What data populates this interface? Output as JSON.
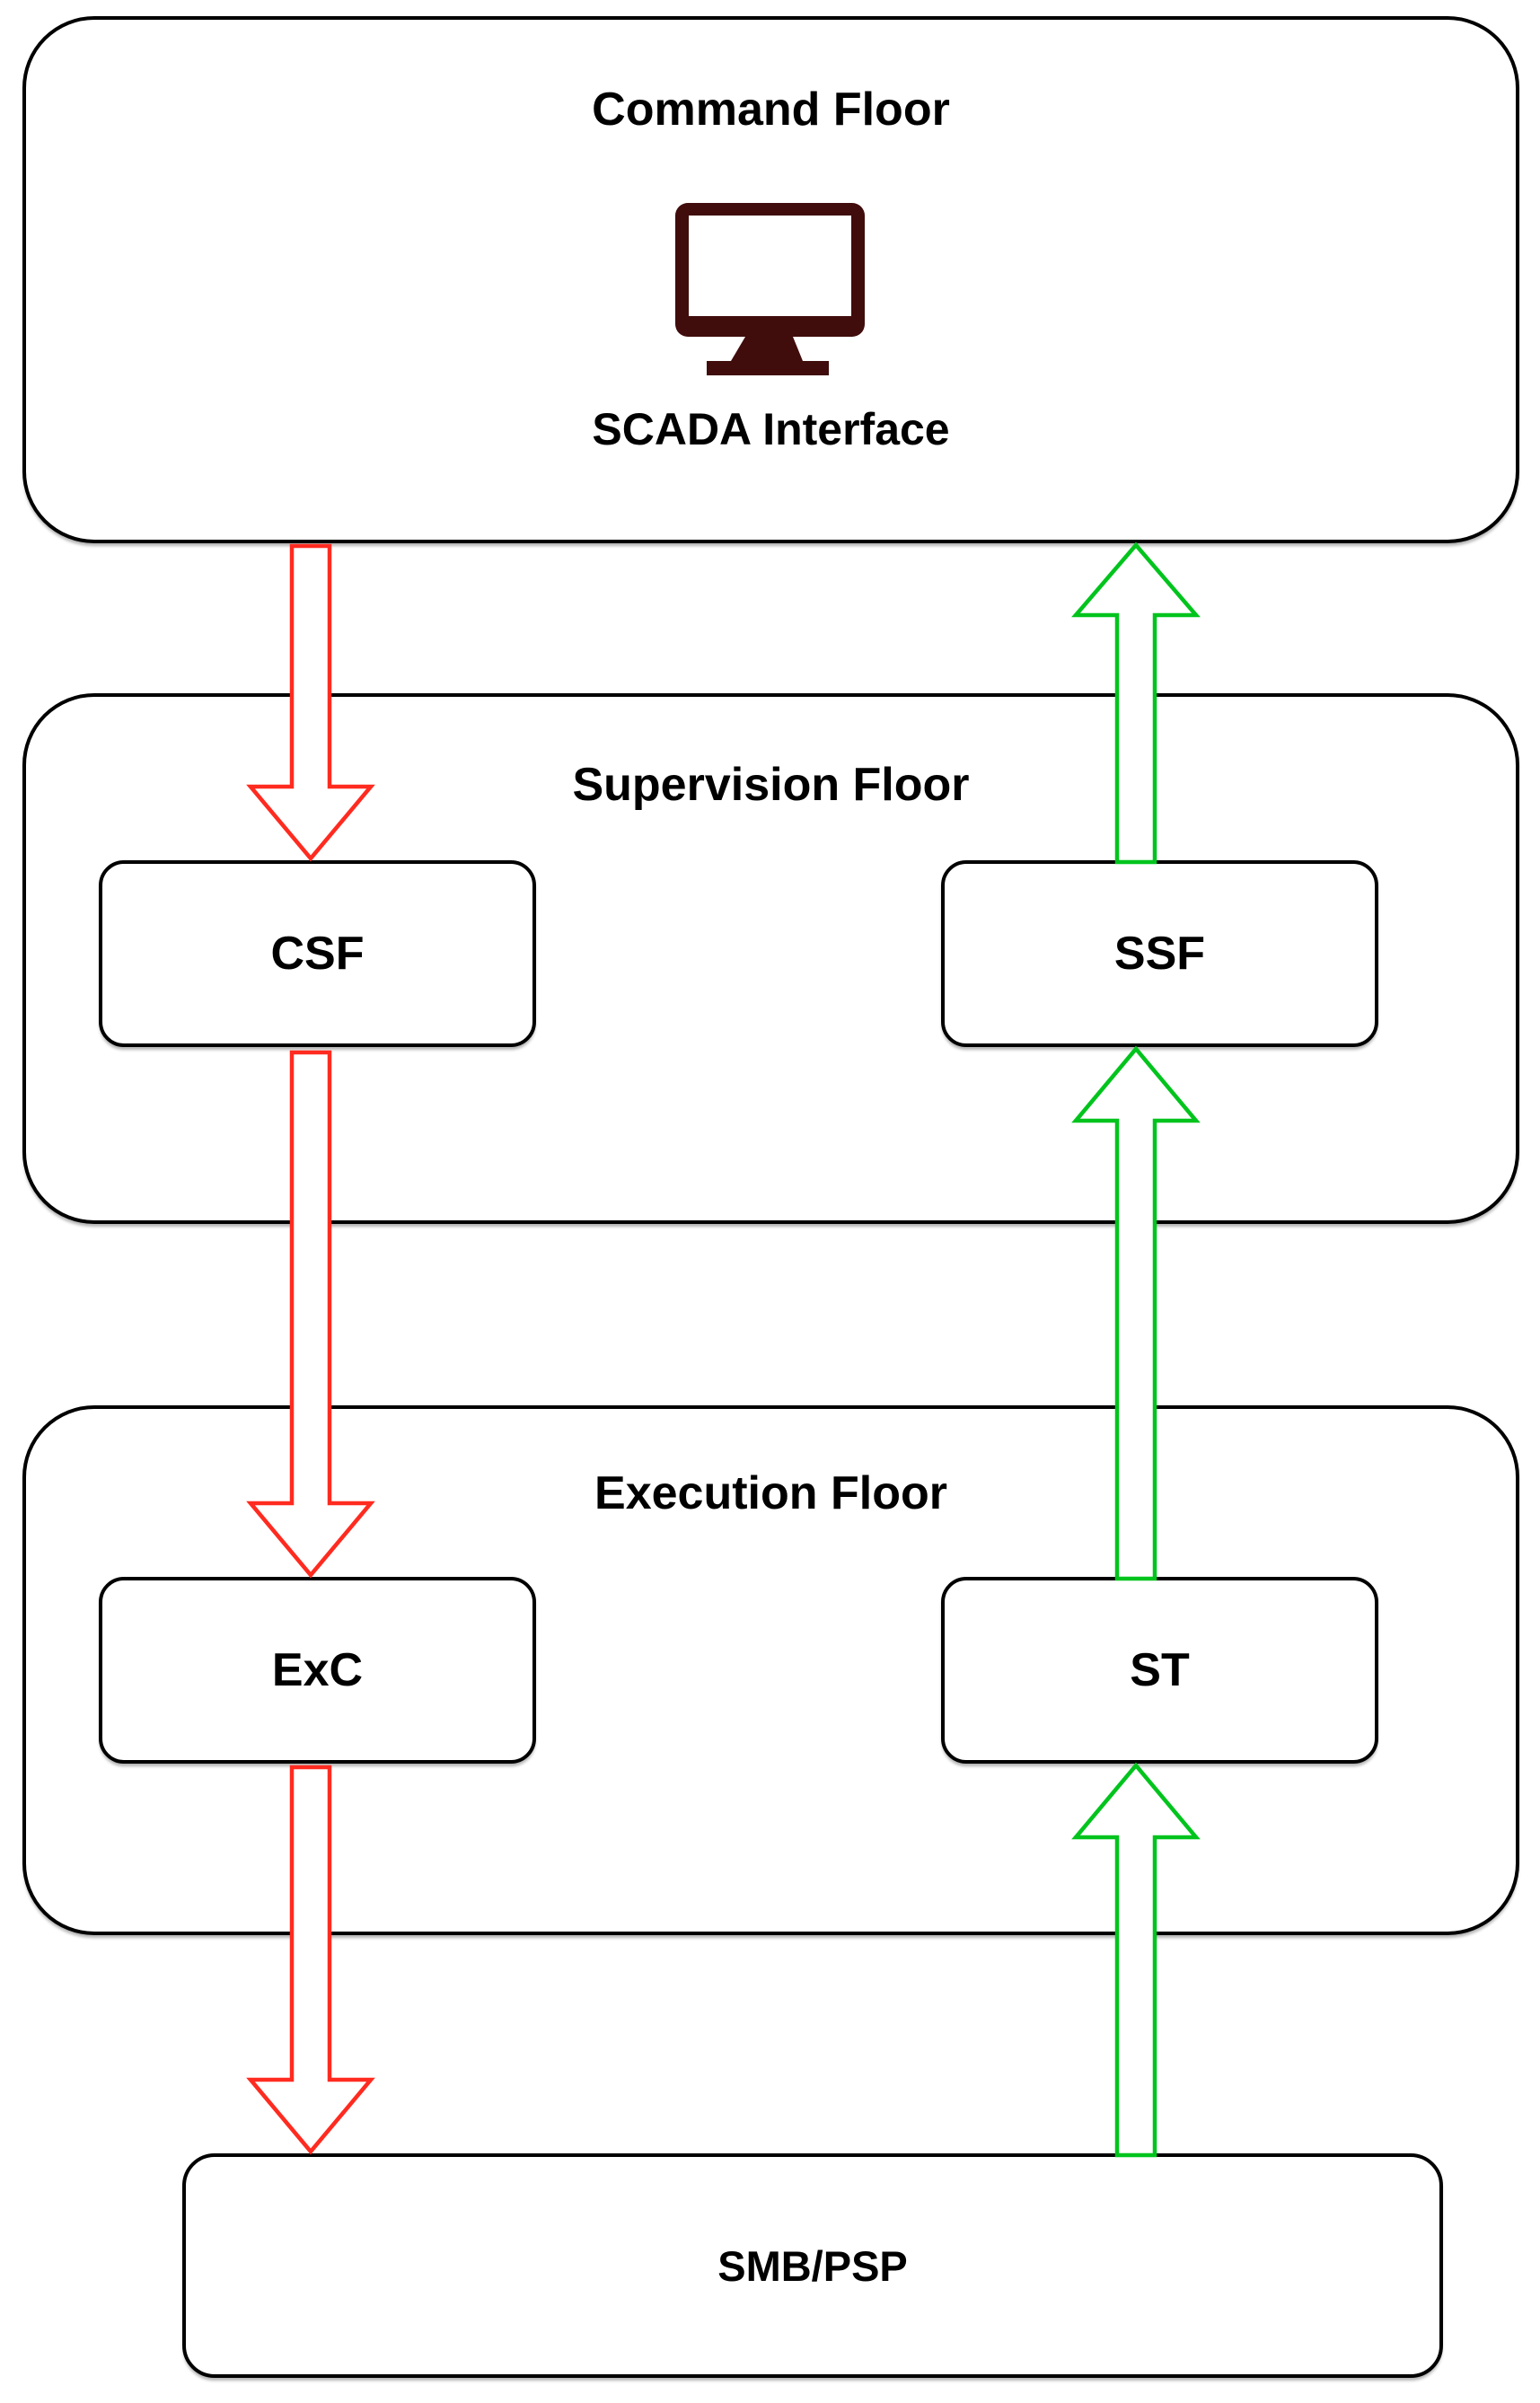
{
  "colors": {
    "downlink_arrow": "#ff2b20",
    "uplink_arrow": "#00c41d",
    "monitor": "#400d0c"
  },
  "command_floor": {
    "title": "Command Floor",
    "device_label": "SCADA Interface",
    "icon": "monitor-icon"
  },
  "supervision_floor": {
    "title": "Supervision Floor",
    "left_node": "CSF",
    "right_node": "SSF"
  },
  "execution_floor": {
    "title": "Execution Floor",
    "left_node": "ExC",
    "right_node": "ST"
  },
  "field_box": {
    "label": "SMB/PSP"
  }
}
